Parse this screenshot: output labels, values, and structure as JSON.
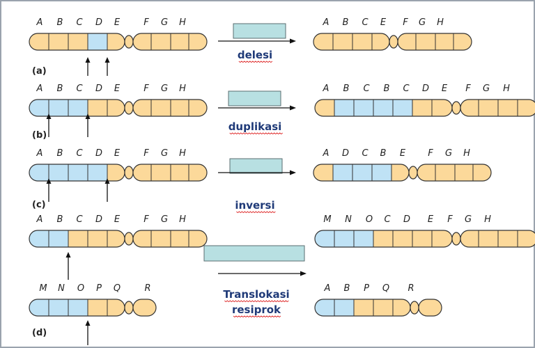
{
  "colors": {
    "yellow": "#FCD99A",
    "blue": "#BFE2F5",
    "outline": "#333333",
    "box": "#B8E0E2",
    "mutation_text": "#1f3a78",
    "frame_border": "#9aa3ad"
  },
  "rows": [
    {
      "panel": "(a)",
      "mutation": [
        "delesi"
      ],
      "left": [
        "A",
        "B",
        "C",
        "D",
        "E",
        "F",
        "G",
        "H"
      ],
      "right": [
        "A",
        "B",
        "C",
        "E",
        "F",
        "G",
        "H"
      ]
    },
    {
      "panel": "(b)",
      "mutation": [
        "duplikasi"
      ],
      "left": [
        "A",
        "B",
        "C",
        "D",
        "E",
        "F",
        "G",
        "H"
      ],
      "right": [
        "A",
        "B",
        "C",
        "B",
        "C",
        "D",
        "E",
        "F",
        "G",
        "H"
      ]
    },
    {
      "panel": "(c)",
      "mutation": [
        "inversi"
      ],
      "left": [
        "A",
        "B",
        "C",
        "D",
        "E",
        "F",
        "G",
        "H"
      ],
      "right": [
        "A",
        "D",
        "C",
        "B",
        "E",
        "F",
        "G",
        "H"
      ]
    },
    {
      "panel": "",
      "mutation": [],
      "left": [
        "A",
        "B",
        "C",
        "D",
        "E",
        "F",
        "G",
        "H"
      ],
      "right": [
        "M",
        "N",
        "O",
        "C",
        "D",
        "E",
        "F",
        "G",
        "H"
      ]
    },
    {
      "panel": "(d)",
      "mutation": [
        "Translokasi",
        "resiprok"
      ],
      "left": [
        "M",
        "N",
        "O",
        "P",
        "Q",
        "R"
      ],
      "right": [
        "A",
        "B",
        "P",
        "Q",
        "R"
      ]
    }
  ]
}
